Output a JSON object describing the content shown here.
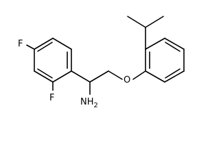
{
  "molecule": {
    "atoms": {
      "fluorine_top": "F",
      "fluorine_bottom": "F",
      "amine": "NH2",
      "ether_oxygen": "O"
    }
  },
  "colors": {
    "bond": "#000000",
    "label": "#000000",
    "background": "#ffffff"
  }
}
